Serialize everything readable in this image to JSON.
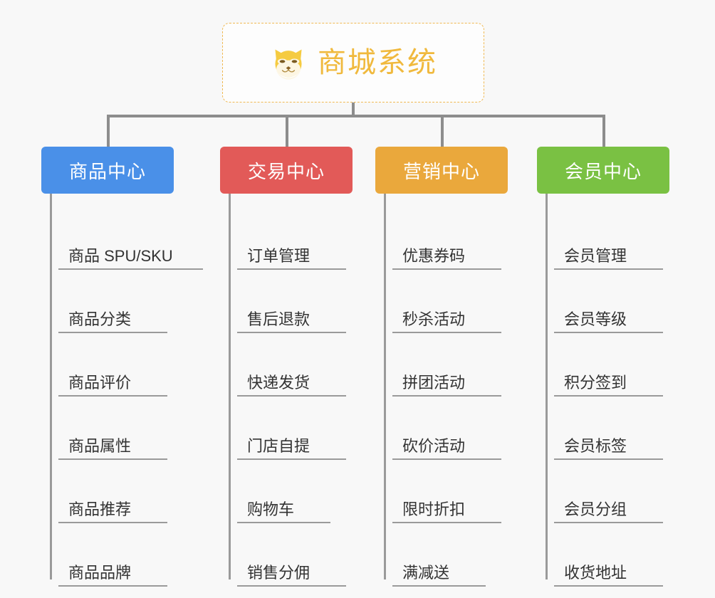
{
  "diagram": {
    "type": "organization-tree",
    "background_color": "#f8f8f8",
    "connector_color": "#8d8d8d"
  },
  "root": {
    "title": "商城系统",
    "icon": "shiba-dog-face-icon",
    "text_color": "#f0b93d",
    "border_color": "#f0b952",
    "border_style": "dashed"
  },
  "columns": [
    {
      "title": "商品中心",
      "color": "#4a90e8",
      "items": [
        "商品 SPU/SKU",
        "商品分类",
        "商品评价",
        "商品属性",
        "商品推荐",
        "商品品牌"
      ]
    },
    {
      "title": "交易中心",
      "color": "#e25a58",
      "items": [
        "订单管理",
        "售后退款",
        "快递发货",
        "门店自提",
        "购物车",
        "销售分佣"
      ]
    },
    {
      "title": "营销中心",
      "color": "#eaa83c",
      "items": [
        "优惠券码",
        "秒杀活动",
        "拼团活动",
        "砍价活动",
        "限时折扣",
        "满减送"
      ]
    },
    {
      "title": "会员中心",
      "color": "#7ac143",
      "items": [
        "会员管理",
        "会员等级",
        "积分签到",
        "会员标签",
        "会员分组",
        "收货地址"
      ]
    }
  ]
}
